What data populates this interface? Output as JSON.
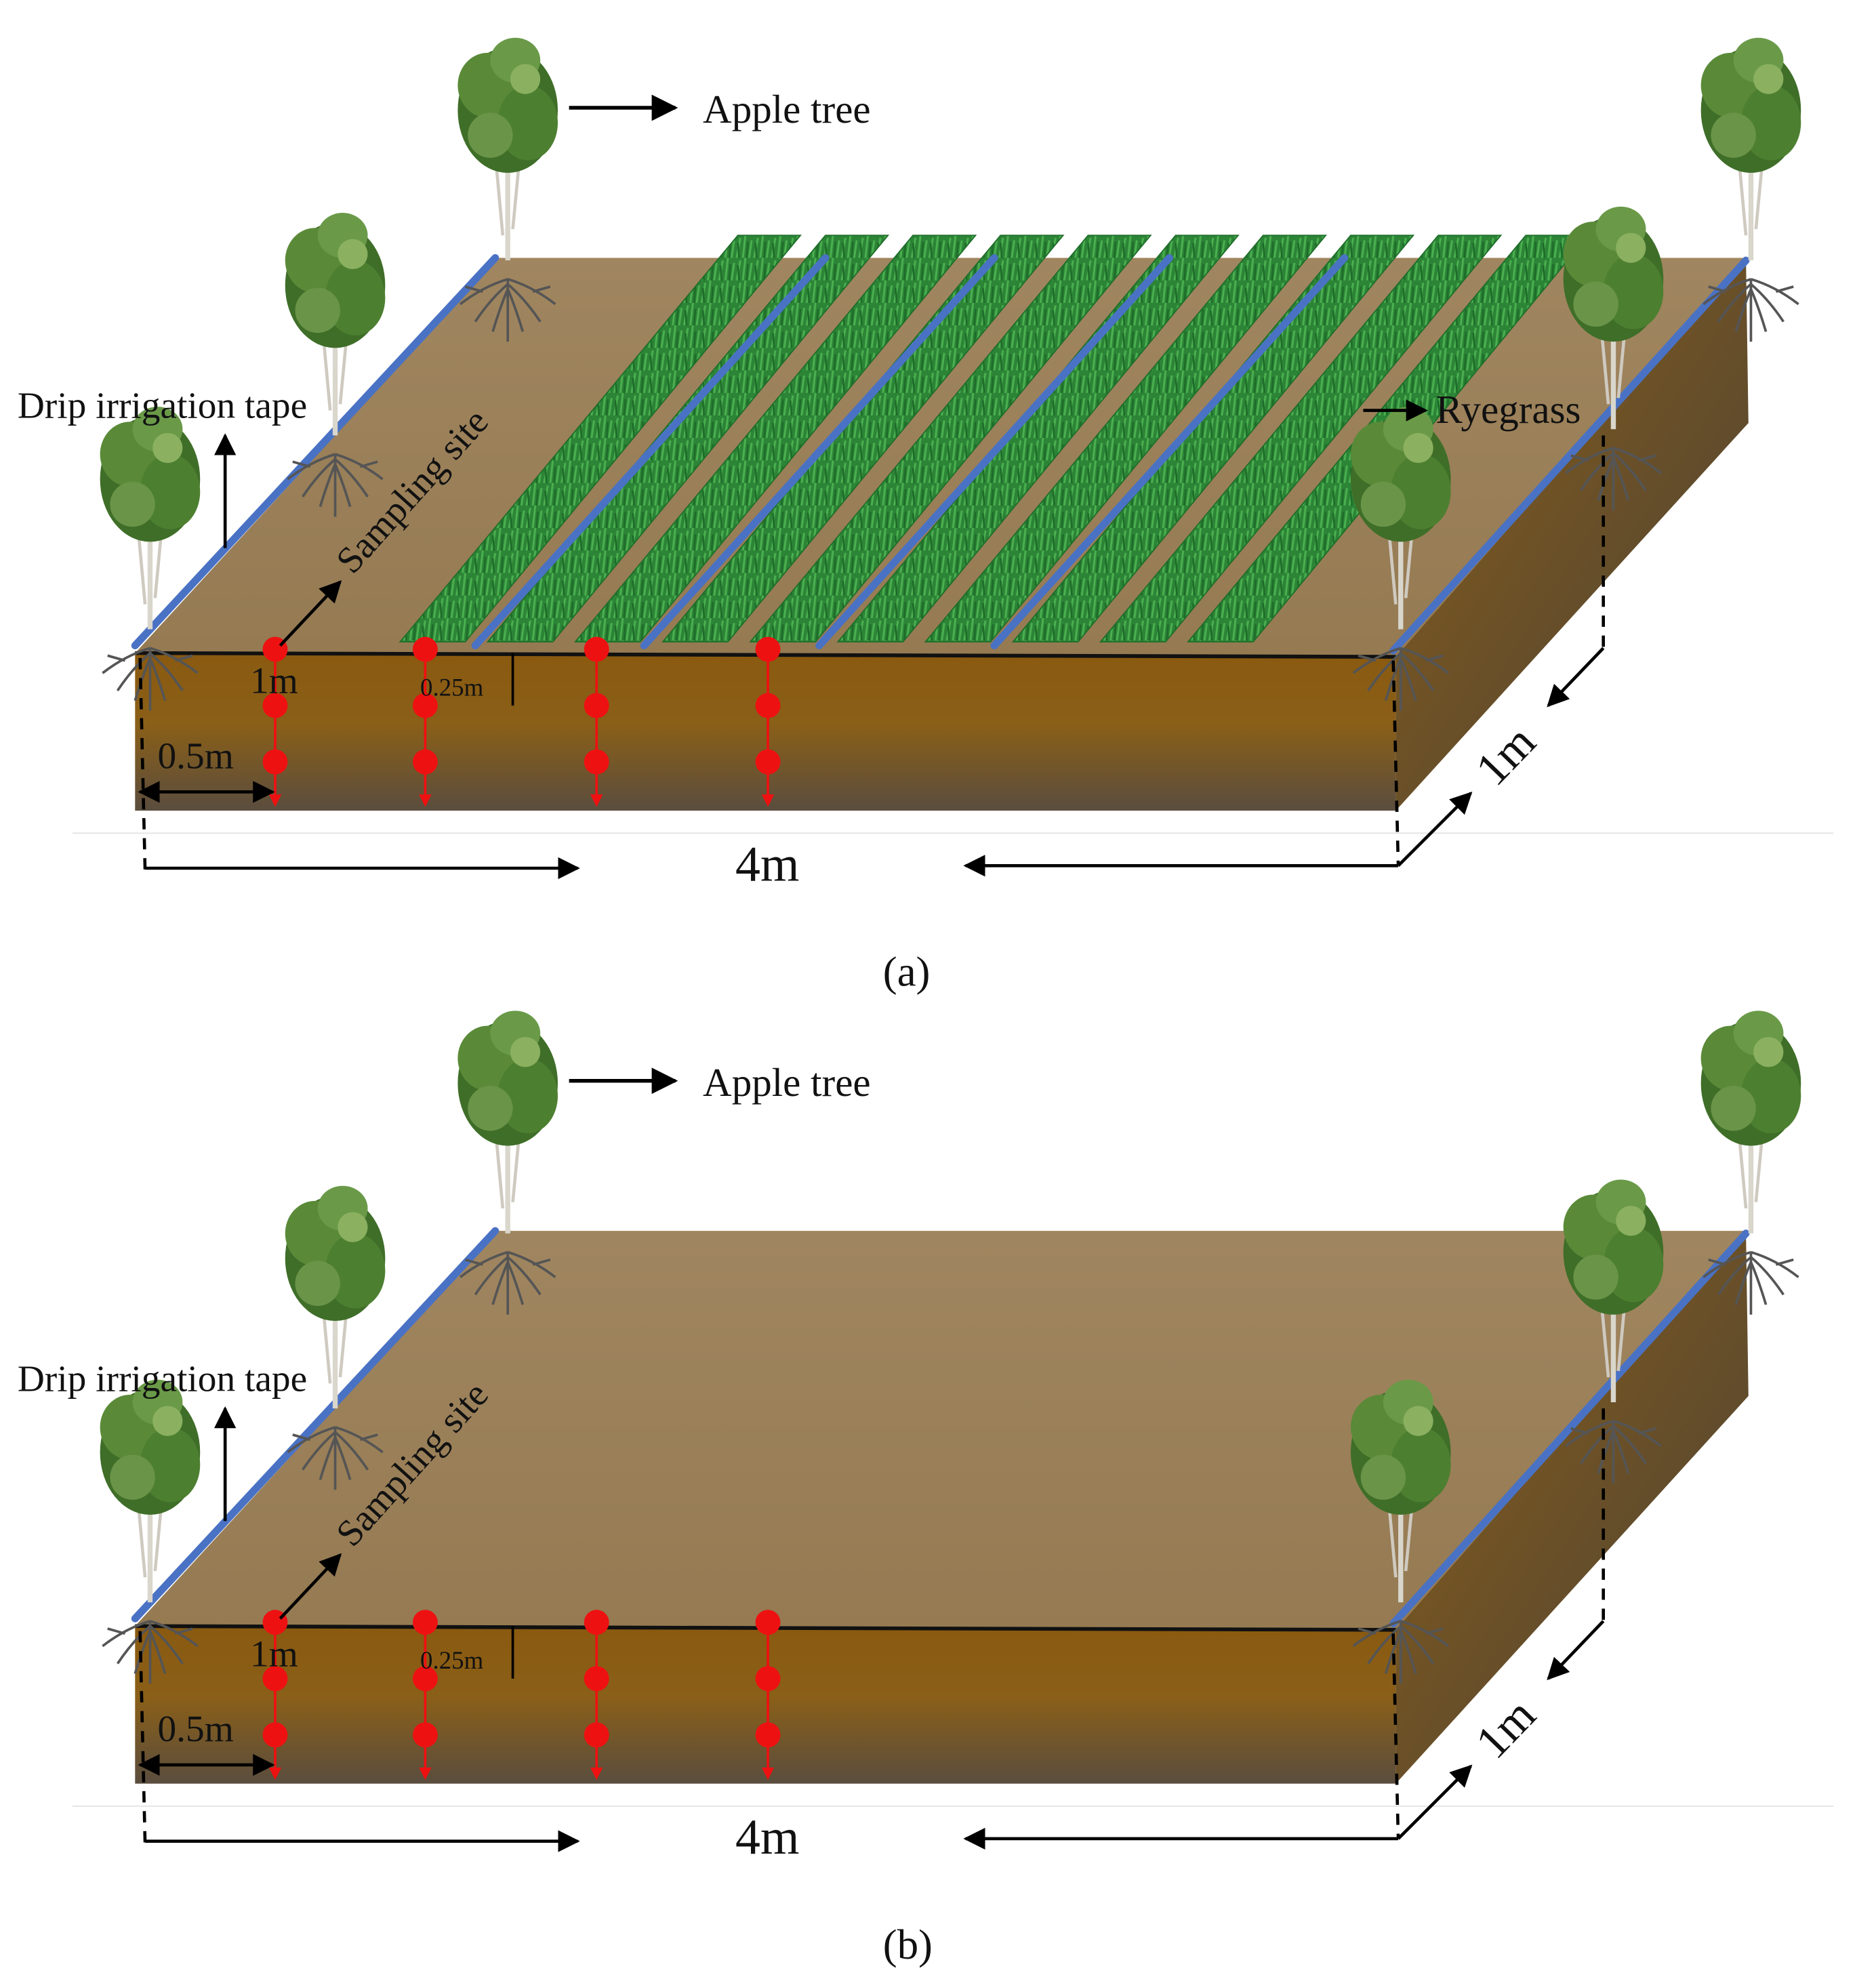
{
  "panels": [
    {
      "id": "a",
      "panel_label": "(a)",
      "labels": {
        "apple_tree": "Apple tree",
        "drip_irrigation_tape": "Drip irrigation tape",
        "sampling_site": "Sampling site",
        "ryegrass": "Ryegrass",
        "depth_interval": "1m",
        "sample_spacing": "0.25m",
        "edge_offset": "0.5m",
        "plot_length": "4m",
        "plot_width": "1m"
      },
      "has_ryegrass": true
    },
    {
      "id": "b",
      "panel_label": "(b)",
      "labels": {
        "apple_tree": "Apple tree",
        "drip_irrigation_tape": "Drip irrigation tape",
        "sampling_site": "Sampling site",
        "depth_interval": "1m",
        "sample_spacing": "0.25m",
        "edge_offset": "0.5m",
        "plot_length": "4m",
        "plot_width": "1m"
      },
      "has_ryegrass": false
    }
  ],
  "colors": {
    "soil_top": "#9a7f58",
    "soil_front": "#8a5a10",
    "soil_dark": "#5a4a38",
    "drip_tape": "#4a72c4",
    "sampling_point": "#ee1111",
    "ryegrass": "#2e8f3a",
    "tree_canopy": "#4e7d2e",
    "root": "#5a5a5a"
  },
  "icons": [
    "apple-tree-icon",
    "root-icon",
    "ryegrass-strip-icon",
    "sampling-point-icon",
    "arrow-icon"
  ]
}
